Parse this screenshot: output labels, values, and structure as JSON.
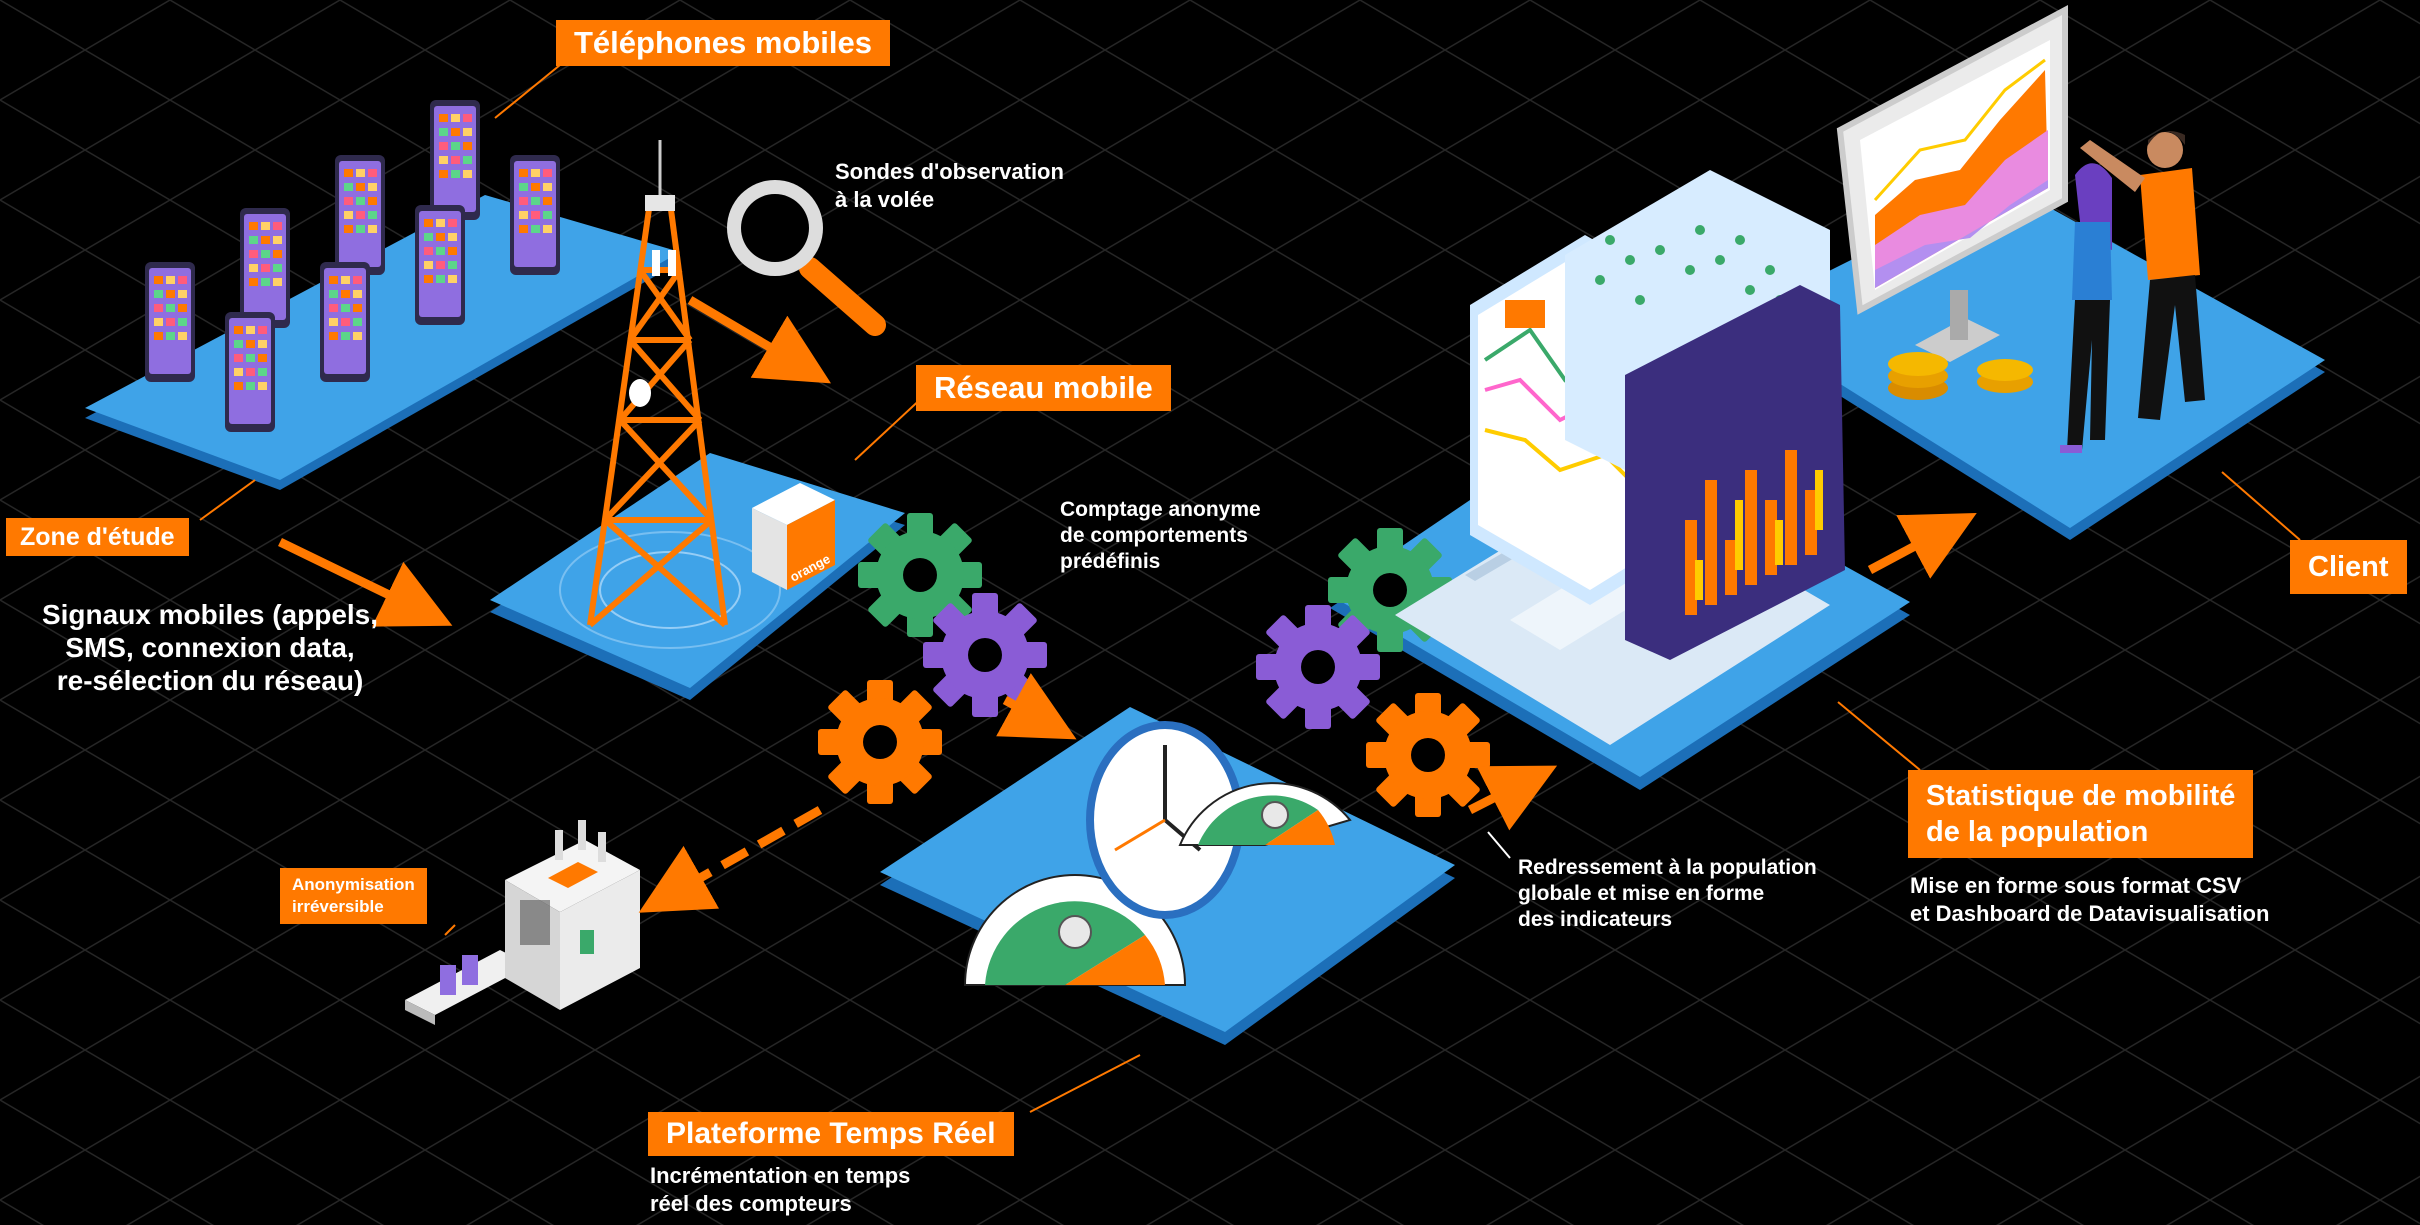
{
  "labels": {
    "phones": "Téléphones mobiles",
    "network": "Réseau mobile",
    "zone": "Zone d'étude",
    "client": "Client",
    "stats": [
      "Statistique de mobilité",
      "de la population"
    ],
    "anon": [
      "Anonymisation",
      "irréversible"
    ],
    "platform": "Plateforme Temps Réel"
  },
  "captions": {
    "probes": [
      "Sondes d'observation",
      "à la volée"
    ],
    "signals": [
      "Signaux mobiles (appels,",
      "SMS, connexion data,",
      "re-sélection du réseau)"
    ],
    "counting": [
      "Comptage anonyme",
      "de comportements",
      "prédéfinis"
    ],
    "adjust": [
      "Redressement à la population",
      "globale et mise en forme",
      "des indicateurs"
    ],
    "csv": [
      "Mise en forme sous format CSV",
      "et Dashboard de Datavisualisation"
    ],
    "increment": [
      "Incrémentation en temps",
      "réel des compteurs"
    ]
  },
  "brand": {
    "logo_text": "orange"
  },
  "colors": {
    "orange": "#ff7900",
    "platform_blue": "#3fa3e8",
    "gear_green": "#3aa96a",
    "gear_purple": "#8a5cd6",
    "background": "#000000"
  }
}
